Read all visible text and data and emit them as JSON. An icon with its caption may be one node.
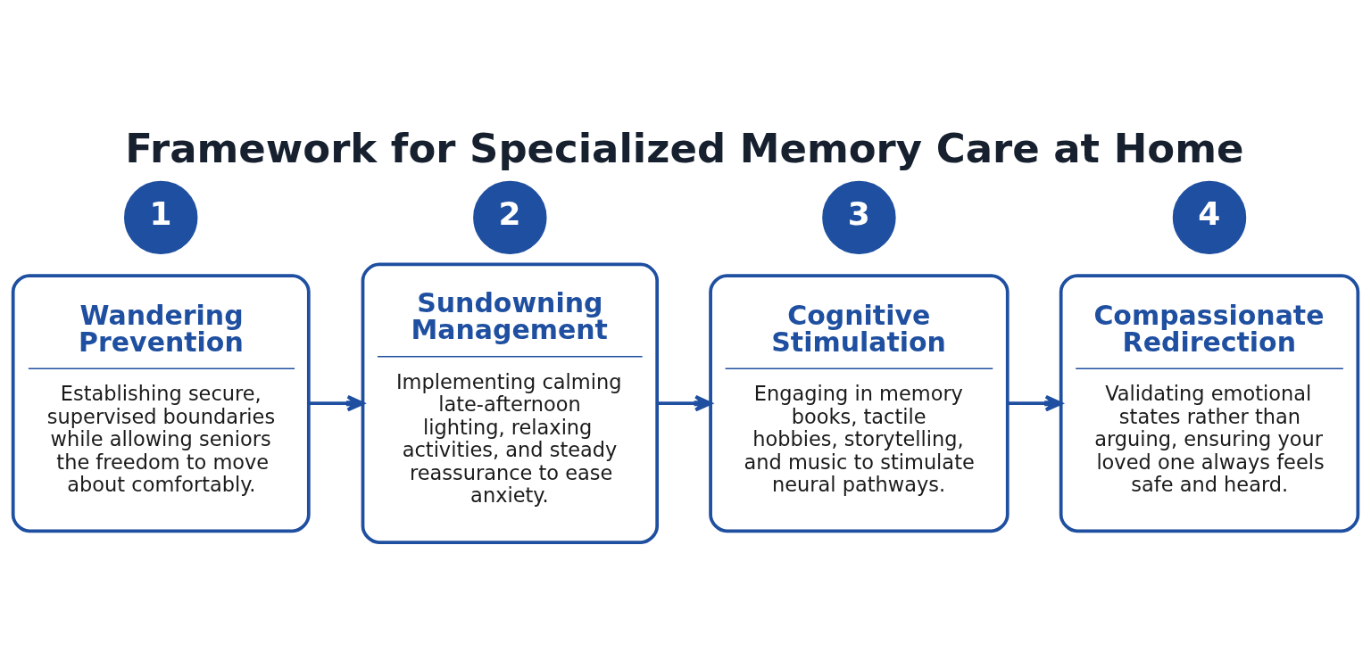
{
  "diagram": {
    "title": "Framework for Specialized Memory Care at Home",
    "nodes": [
      {
        "text": [
          "1"
        ]
      },
      {
        "text": [
          "Wandering Prevention",
          "Establishing secure, supervised boundaries while allowing seniors the freedom to move about comfortably."
        ]
      },
      {
        "text": [
          "2"
        ]
      },
      {
        "text": [
          "Sundowning Management",
          "Implementing calming late-afternoon lighting, relaxing activities, and steady reassurance to ease anxiety."
        ]
      },
      {
        "text": [
          "3"
        ]
      },
      {
        "text": [
          "Cognitive Stimulation",
          "Engaging in memory books, tactile hobbies, storytelling, and music to stimulate neural pathways."
        ]
      },
      {
        "text": [
          "4"
        ]
      },
      {
        "text": [
          "Compassionate Redirection",
          "Validating emotional states rather than arguing, ensuring your loved one always feels safe and heard."
        ]
      }
    ],
    "edges": [
      {
        "from": 1,
        "to": 3,
        "arrow": "to"
      },
      {
        "from": 3,
        "to": 5,
        "arrow": "to"
      },
      {
        "from": 5,
        "to": 7,
        "arrow": "to"
      }
    ]
  }
}
